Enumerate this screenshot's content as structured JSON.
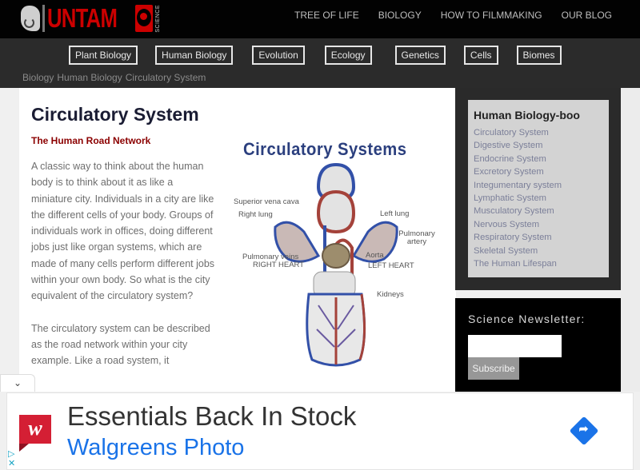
{
  "header": {
    "logo_text": "UNTAM",
    "logo_subtext": "SCIENCE",
    "nav": [
      "TREE OF LIFE",
      "BIOLOGY",
      "HOW TO FILMMAKING",
      "OUR BLOG"
    ]
  },
  "categories": [
    "Plant Biology",
    "Human Biology",
    "Evolution",
    "Ecology",
    "Genetics",
    "Cells",
    "Biomes"
  ],
  "breadcrumb": [
    "Biology",
    "Human Biology",
    "Circulatory System"
  ],
  "article": {
    "title": "Circulatory System",
    "subtitle": "The Human Road Network",
    "paragraphs": [
      "A classic way to think about the human body is to think about it as like a miniature city. Individuals in a city are like the different cells of your body. Groups of individuals work in offices, doing different jobs just like organ systems, which are made of many cells perform different jobs within your own body.  So what is the city equivalent of the circulatory system?",
      "The circulatory system can be described as the road network within your city example.  Like a road system, it"
    ]
  },
  "diagram": {
    "title": "Circulatory Systems",
    "labels": {
      "superior_vena_cava": "Superior vena cava",
      "right_lung": "Right lung",
      "left_lung": "Left lung",
      "pulmonary_artery": "Pulmonary artery",
      "pulmonary_veins": "Pulmonary veins",
      "right_heart": "RIGHT HEART",
      "aorta": "Aorta",
      "left_heart": "LEFT HEART",
      "kidneys": "Kidneys"
    },
    "colors": {
      "artery": "#a4423a",
      "vein": "#3250a8"
    }
  },
  "sidebar": {
    "title": "Human Biology-boo",
    "items": [
      "Circulatory System",
      "Digestive System",
      "Endocrine System",
      "Excretory System",
      "Integumentary system",
      "Lymphatic System",
      "Musculatory System",
      "Nervous System",
      "Respiratory System",
      "Skeletal System",
      "The Human Lifespan"
    ]
  },
  "newsletter": {
    "title": "Science Newsletter:",
    "input_value": "",
    "button_label": "Subscribe"
  },
  "ad": {
    "toggle_icon": "chevron-down-icon",
    "logo_letter": "w",
    "headline": "Essentials Back In Stock",
    "advertiser": "Walgreens Photo",
    "cta_icon": "directions-arrow-icon",
    "colors": {
      "brand": "#d41f34",
      "link": "#1a73e8"
    }
  }
}
